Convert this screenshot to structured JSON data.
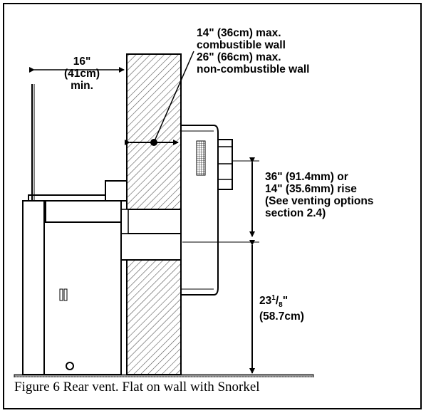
{
  "labels": {
    "clearance_top": "16\"",
    "clearance_metric": "(41cm)",
    "clearance_note": "min.",
    "wall_line1": "14\" (36cm) max.",
    "wall_line2": "combustible wall",
    "wall_line3": "26\" (66cm) max.",
    "wall_line4": "non-combustible wall",
    "rise_line1": "36\" (91.4mm) or",
    "rise_line2": "14\" (35.6mm) rise",
    "rise_line3": "(See venting options",
    "rise_line4": "section 2.4)",
    "height_whole": "23",
    "height_num": "1",
    "height_den": "8",
    "height_inch": "\"",
    "height_metric": "(58.7cm)"
  },
  "caption": "Figure 6 Rear vent. Flat on wall with Snorkel"
}
